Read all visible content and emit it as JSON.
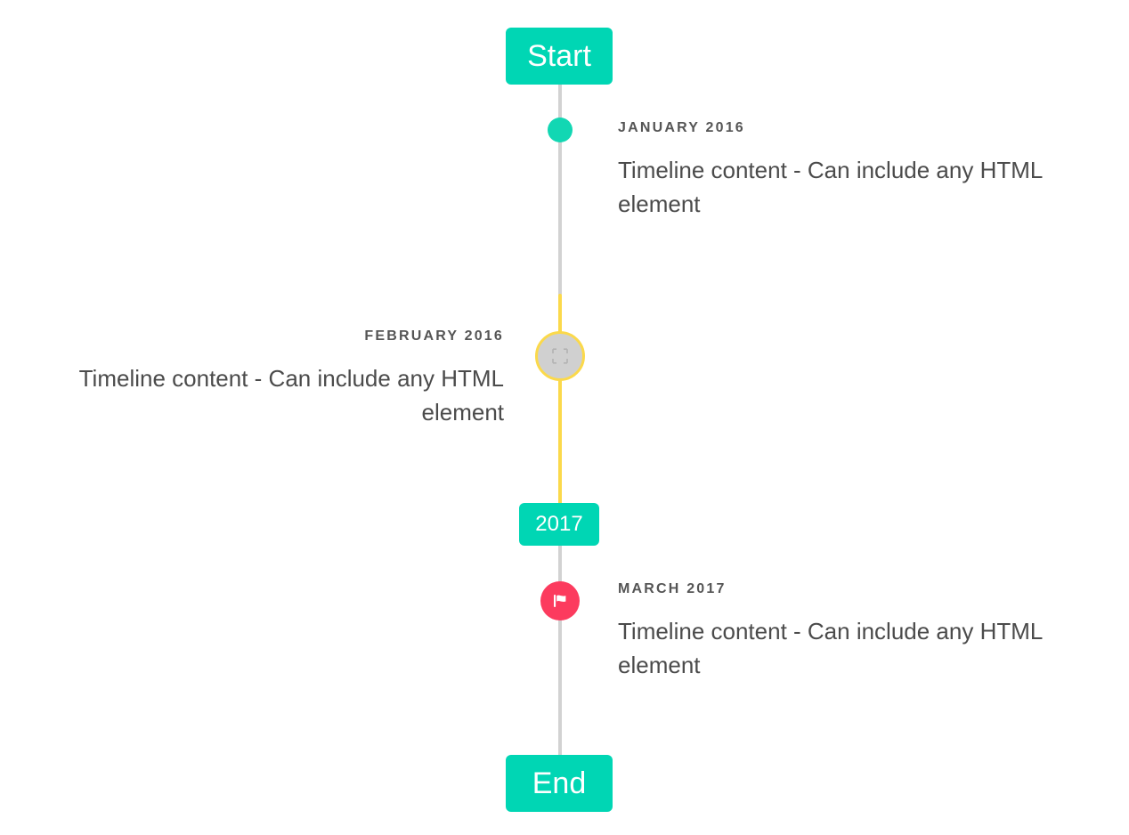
{
  "timeline": {
    "accent_teal": "#00d6b4",
    "accent_yellow": "#fbd94b",
    "accent_pink": "#fc3b5e",
    "line_gray": "#d2d2d2",
    "text_color": "#4b4b4b",
    "date_color": "#555555",
    "caps": {
      "start_label": "Start",
      "year_label": "2017",
      "end_label": "End"
    },
    "entries": [
      {
        "date": "January 2016",
        "body": "Timeline content - Can include any HTML element",
        "side": "right",
        "marker": "dot-icon"
      },
      {
        "date": "February 2016",
        "body": "Timeline content - Can include any HTML element",
        "side": "left",
        "marker": "broken-image-icon"
      },
      {
        "date": "March 2017",
        "body": "Timeline content - Can include any HTML element",
        "side": "right",
        "marker": "flag-icon"
      }
    ]
  }
}
